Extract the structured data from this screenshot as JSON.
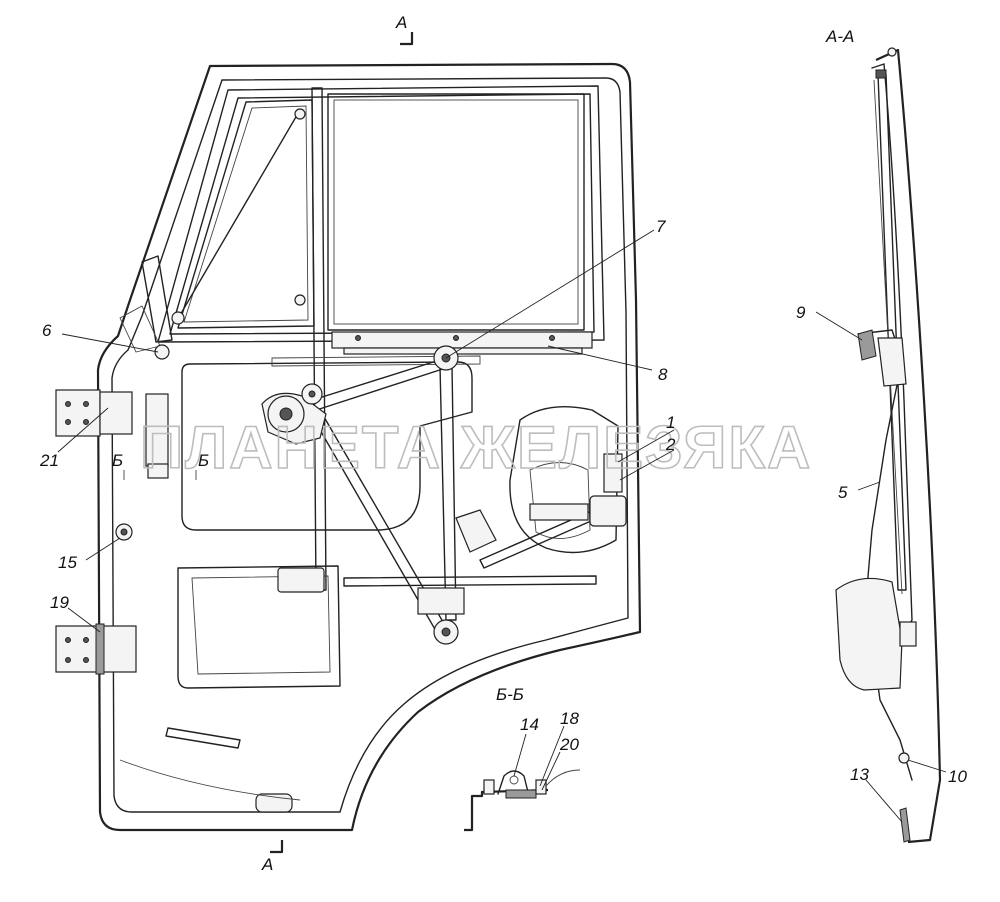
{
  "watermark": "ПЛАНЕТА ЖЕЛЕЗЯКА",
  "section_labels": {
    "aa_view": "А-А",
    "bb_view": "Б-Б",
    "cut_a_top": "А",
    "cut_a_bottom": "А",
    "cut_b_left": "Б",
    "cut_b_right": "Б"
  },
  "callouts": {
    "c1": "1",
    "c2": "2",
    "c5": "5",
    "c6": "6",
    "c7": "7",
    "c8": "8",
    "c9": "9",
    "c10": "10",
    "c13": "13",
    "c14": "14",
    "c15": "15",
    "c18": "18",
    "c19": "19",
    "c20": "20",
    "c21": "21"
  }
}
